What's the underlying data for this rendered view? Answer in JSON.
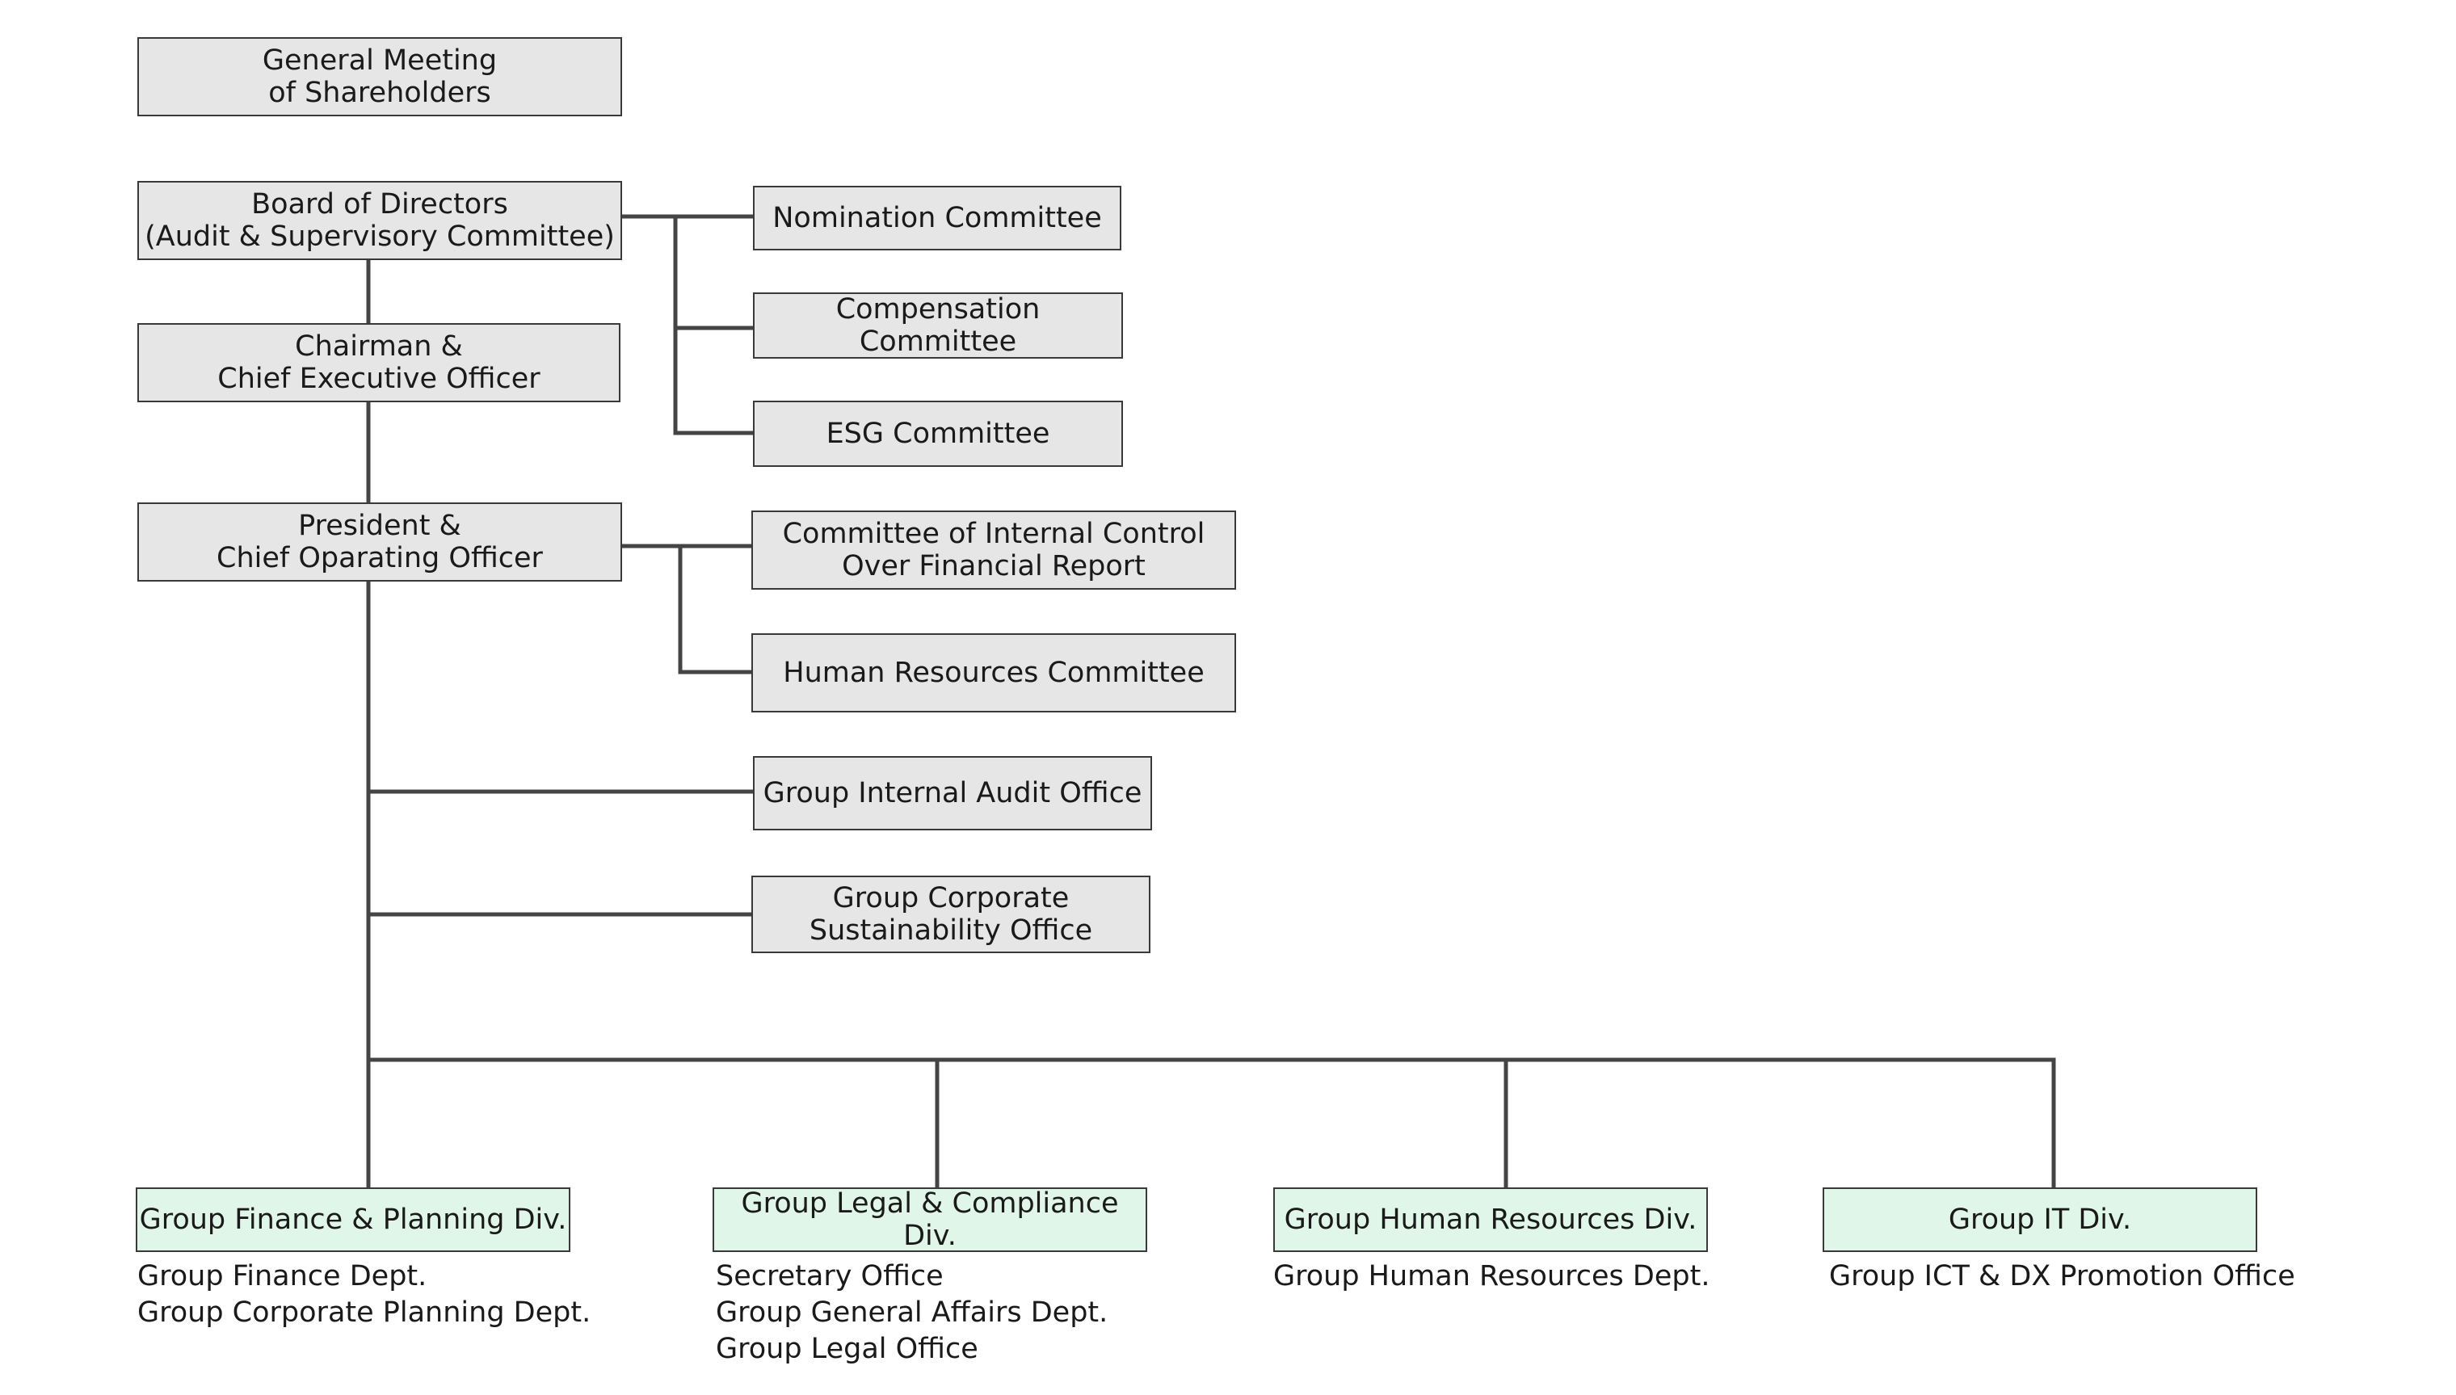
{
  "colors": {
    "box_fill": "#e6e6e6",
    "division_fill": "#e0f6e8",
    "border": "#3a3a3a",
    "connector": "#444444"
  },
  "nodes": {
    "general_meeting": "General Meeting\nof Shareholders",
    "board": "Board of Directors\n(Audit & Supervisory Committee)",
    "chairman_ceo": "Chairman &\nChief Executive Officer",
    "president_coo": "President &\nChief Oparating Officer",
    "nomination_committee": "Nomination Committee",
    "compensation_committee": "Compensation Committee",
    "esg_committee": "ESG Committee",
    "icfr_committee": "Committee of Internal Control\nOver Financial Report",
    "hr_committee": "Human Resources Committee",
    "internal_audit_office": "Group Internal Audit Office",
    "sustainability_office": "Group Corporate\nSustainability Office"
  },
  "divisions": [
    {
      "label": "Group Finance & Planning Div.",
      "units": [
        "Group Finance Dept.",
        "Group Corporate Planning Dept."
      ]
    },
    {
      "label": "Group Legal & Compliance Div.",
      "units": [
        "Secretary Office",
        "Group General Affairs Dept.",
        "Group Legal Office"
      ]
    },
    {
      "label": "Group Human Resources Div.",
      "units": [
        "Group Human Resources Dept."
      ]
    },
    {
      "label": "Group IT Div.",
      "units": [
        "Group ICT & DX Promotion Office"
      ]
    }
  ]
}
